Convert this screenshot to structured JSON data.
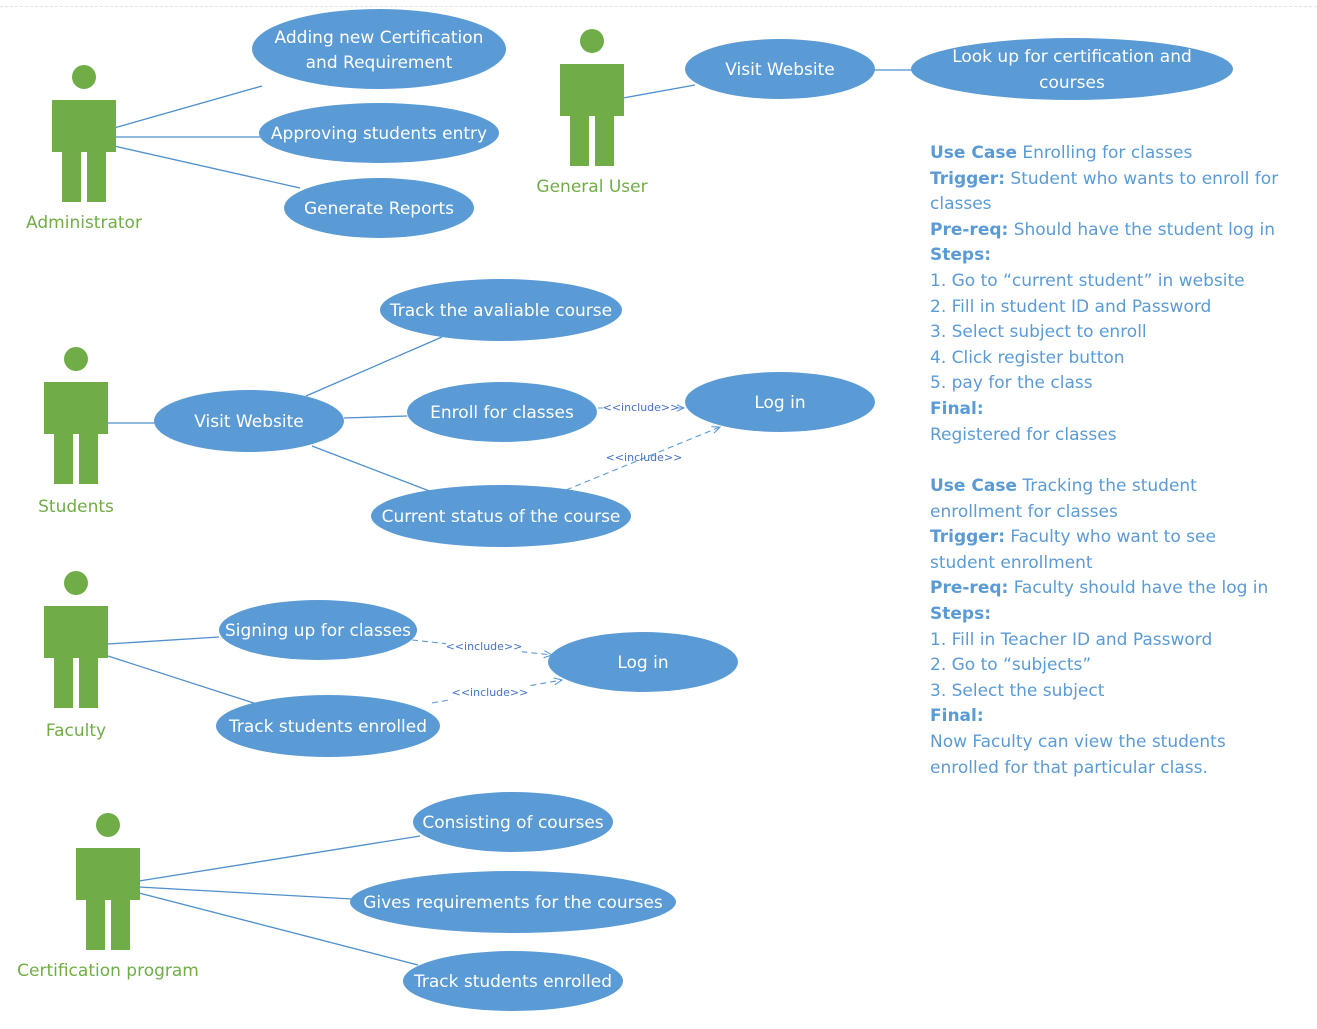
{
  "colors": {
    "actor": "#70ad47",
    "usecase": "#5b9bd5",
    "text": "#5b9bd5",
    "line": "#4f8fcc"
  },
  "actors": {
    "administrator": "Administrator",
    "general_user": "General User",
    "students": "Students",
    "faculty": "Faculty",
    "certification_program": "Certification program"
  },
  "use_cases": {
    "admin_add_cert_1": "Adding new Certification",
    "admin_add_cert_2": "and Requirement",
    "admin_approve": "Approving students entry",
    "admin_reports": "Generate Reports",
    "gu_visit": "Visit Website",
    "gu_lookup_1": "Look up for certification and",
    "gu_lookup_2": "courses",
    "st_track": "Track the avaliable course",
    "st_visit": "Visit Website",
    "st_enroll": "Enroll for classes",
    "st_login": "Log in",
    "st_status": "Current status of the course",
    "fa_signup": "Signing up for classes",
    "fa_track": "Track students enrolled",
    "fa_login": "Log in",
    "cp_consisting": "Consisting of courses",
    "cp_gives": "Gives requirements for the courses",
    "cp_track": "Track students enrolled"
  },
  "include_label": "<<include>>",
  "description": {
    "uc1": {
      "use_case_label": "Use Case",
      "use_case_value": "Enrolling for classes",
      "trigger_label": "Trigger:",
      "trigger_value_1": "Student who wants to enroll for",
      "trigger_value_2": "classes",
      "prereq_label": "Pre-req:",
      "prereq_value": "Should have the student log in",
      "steps_label": "Steps:",
      "steps": [
        "1. Go to “current student” in website",
        "2. Fill in student ID and Password",
        "3. Select subject to enroll",
        "4. Click register button",
        "5. pay for the class"
      ],
      "final_label": "Final:",
      "final_value": "Registered for classes"
    },
    "uc2": {
      "use_case_label": "Use Case",
      "use_case_value_1": "Tracking the student",
      "use_case_value_2": "enrollment for classes",
      "trigger_label": "Trigger:",
      "trigger_value_1": "Faculty who want to see",
      "trigger_value_2": "student enrollment",
      "prereq_label": "Pre-req:",
      "prereq_value": "Faculty should have the log in",
      "steps_label": "Steps:",
      "steps": [
        "1. Fill in Teacher ID and Password",
        "2. Go to “subjects”",
        "3. Select the subject"
      ],
      "final_label": "Final:",
      "final_value_1": "Now Faculty can view the students",
      "final_value_2": "enrolled for that particular class."
    }
  }
}
